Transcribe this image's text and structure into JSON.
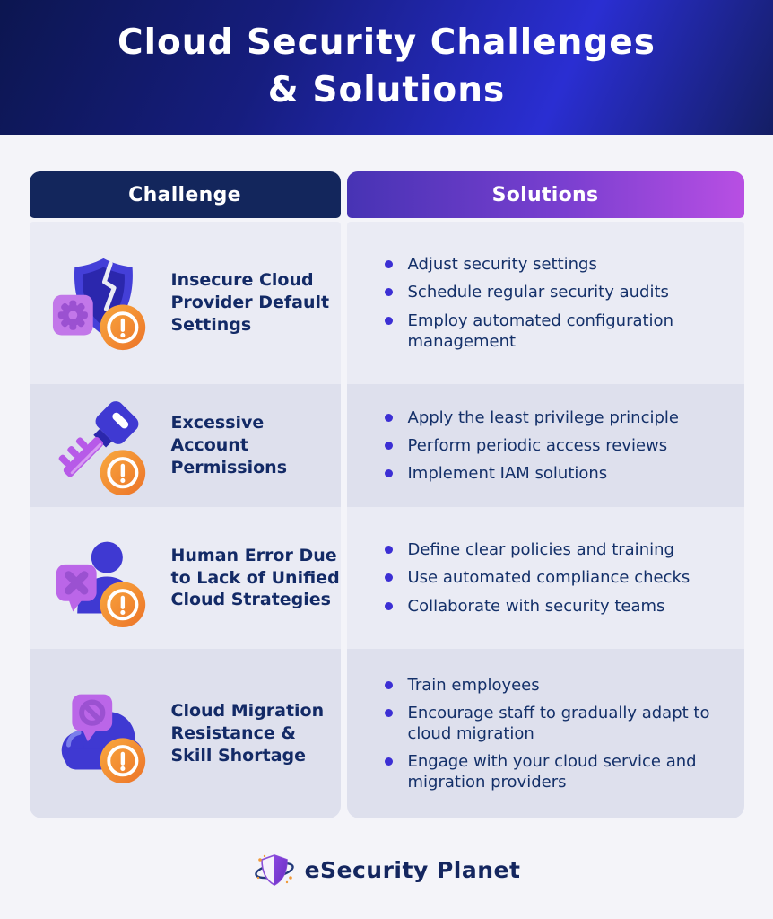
{
  "header": {
    "title_line1": "Cloud Security Challenges",
    "title_line2": "& Solutions"
  },
  "table": {
    "challenge_header": "Challenge",
    "solutions_header": "Solutions",
    "rows": [
      {
        "icon": "cracked-shield-gear-warning-icon",
        "challenge": "Insecure Cloud Provider Default Settings",
        "solutions": [
          "Adjust security settings",
          "Schedule regular security audits",
          "Employ automated configuration management"
        ]
      },
      {
        "icon": "key-warning-icon",
        "challenge": "Excessive Account Permissions",
        "solutions": [
          "Apply the least privilege principle",
          "Perform periodic access reviews",
          "Implement IAM solutions"
        ]
      },
      {
        "icon": "person-error-warning-icon",
        "challenge": "Human Error Due to Lack of Unified Cloud Strategies",
        "solutions": [
          "Define clear policies and training",
          "Use automated compliance checks",
          "Collaborate with security teams"
        ]
      },
      {
        "icon": "cloud-block-warning-icon",
        "challenge": "Cloud Migration Resistance & Skill Shortage",
        "solutions": [
          "Train employees",
          "Encourage staff to gradually adapt to cloud migration",
          "Engage with your cloud service and migration providers"
        ]
      }
    ]
  },
  "footer": {
    "brand": "eSecurity Planet"
  },
  "colors": {
    "banner_dark": "#0c1650",
    "banner_blue": "#2a2ed2",
    "challenge_header_bg": "#13265c",
    "solutions_header_start": "#4733b4",
    "solutions_header_end": "#b84fe3",
    "row_light": "#eaebf4",
    "row_dark": "#dee0ed",
    "text_navy": "#132a66",
    "bullet_indigo": "#3c2fd4",
    "icon_blue": "#3f39d2",
    "icon_blue_dark": "#2b27ad",
    "icon_purple_light": "#bb66e8",
    "icon_purple_dark": "#9b51d1",
    "warning_orange_light": "#f9aa3f",
    "warning_orange_dark": "#ec7228"
  }
}
